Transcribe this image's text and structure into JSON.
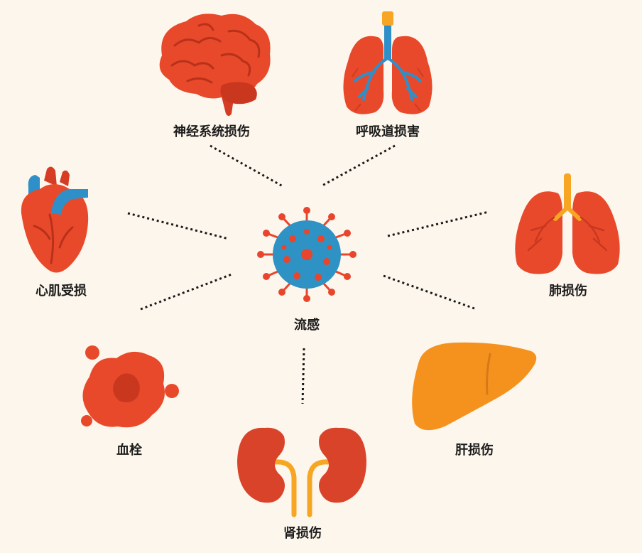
{
  "center": {
    "label": "流感",
    "icon": "influenza-virus-icon"
  },
  "complications": [
    {
      "id": "nervous",
      "label": "神经系统损伤",
      "icon": "brain-icon"
    },
    {
      "id": "respiratory",
      "label": "呼吸道损害",
      "icon": "airway-icon"
    },
    {
      "id": "heart",
      "label": "心肌受损",
      "icon": "heart-icon"
    },
    {
      "id": "lung",
      "label": "肺损伤",
      "icon": "lungs-icon"
    },
    {
      "id": "clot",
      "label": "血栓",
      "icon": "blood-clot-icon"
    },
    {
      "id": "liver",
      "label": "肝损伤",
      "icon": "liver-icon"
    },
    {
      "id": "kidney",
      "label": "肾损伤",
      "icon": "kidneys-icon"
    }
  ],
  "colors": {
    "background": "#fdf6ec",
    "virus_body": "#2e93c4",
    "virus_spike": "#e8452c",
    "organ_red": "#e9492b",
    "organ_dark": "#c9371f",
    "liver": "#f5921d",
    "kidney": "#d9432a",
    "ureter": "#f7a623",
    "vessel_blue": "#2f8fc8",
    "connector": "#1a1a1a"
  }
}
